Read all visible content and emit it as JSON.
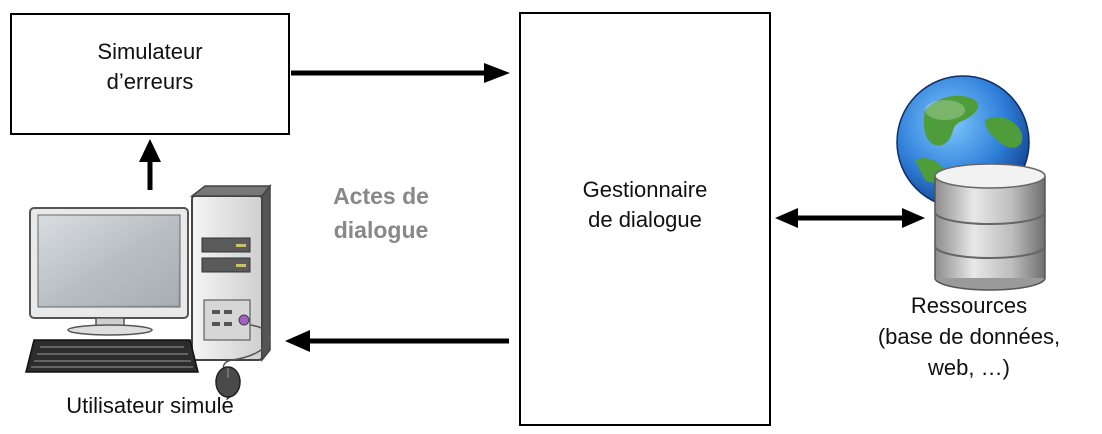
{
  "simulator": {
    "line1": "Simulateur",
    "line2": "d’erreurs"
  },
  "manager": {
    "line1": "Gestionnaire",
    "line2": "de dialogue"
  },
  "dialog_acts": {
    "line1": "Actes de",
    "line2": "dialogue",
    "color": "#888888"
  },
  "user": {
    "label": "Utilisateur simulé",
    "icon": "desktop-computer-icon"
  },
  "resources": {
    "line1": "Ressources",
    "line2": "(base de données,",
    "line3": "web, …)",
    "icon": "globe-database-icon"
  }
}
